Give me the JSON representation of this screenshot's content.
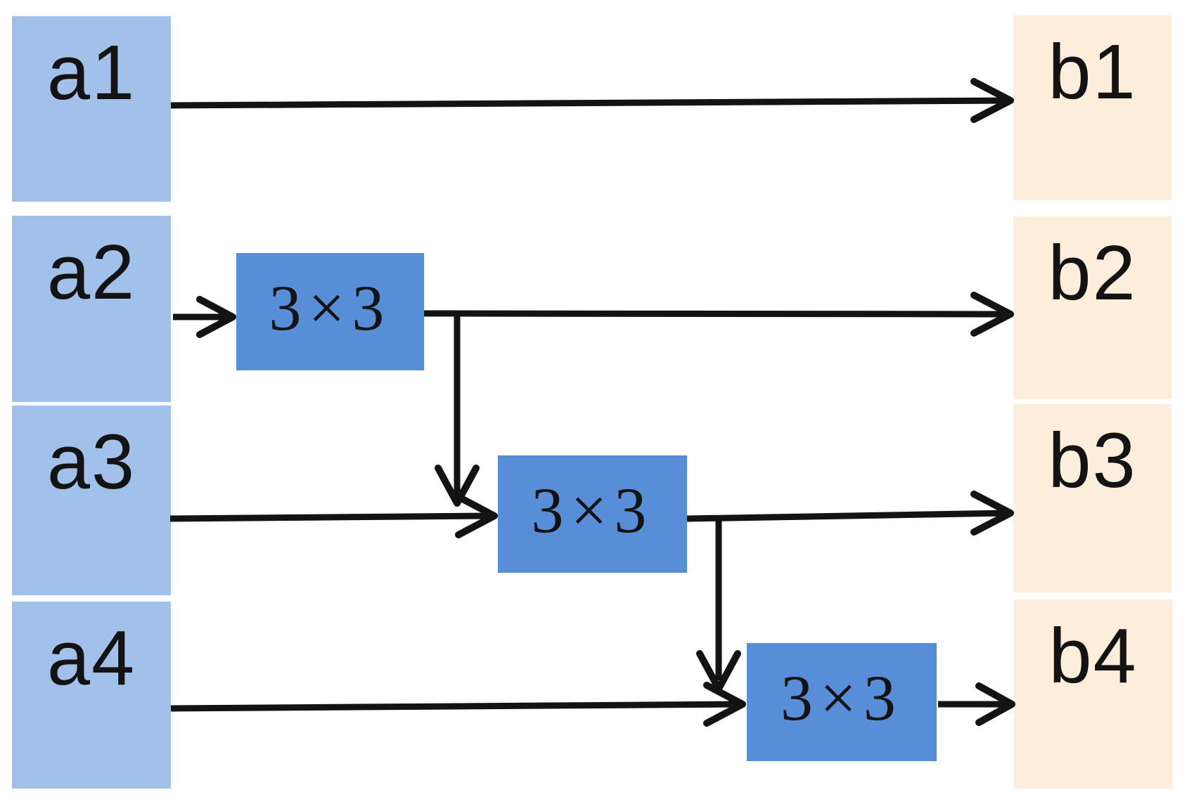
{
  "diagram": {
    "description_type": "hierarchical-residual-conv-block",
    "nodes": {
      "inputs": [
        {
          "id": "a1",
          "label": "a1"
        },
        {
          "id": "a2",
          "label": "a2"
        },
        {
          "id": "a3",
          "label": "a3"
        },
        {
          "id": "a4",
          "label": "a4"
        }
      ],
      "outputs": [
        {
          "id": "b1",
          "label": "b1"
        },
        {
          "id": "b2",
          "label": "b2"
        },
        {
          "id": "b3",
          "label": "b3"
        },
        {
          "id": "b4",
          "label": "b4"
        }
      ],
      "convs": [
        {
          "id": "conv1",
          "label": "3×3"
        },
        {
          "id": "conv2",
          "label": "3×3"
        },
        {
          "id": "conv3",
          "label": "3×3"
        }
      ]
    },
    "edges": [
      {
        "from": "a1",
        "to": "b1"
      },
      {
        "from": "a2",
        "to": "conv1"
      },
      {
        "from": "conv1",
        "to": "b2"
      },
      {
        "from": "conv1",
        "to": "conv2"
      },
      {
        "from": "a3",
        "to": "conv2"
      },
      {
        "from": "conv2",
        "to": "b3"
      },
      {
        "from": "conv2",
        "to": "conv3"
      },
      {
        "from": "a4",
        "to": "conv3"
      },
      {
        "from": "conv3",
        "to": "b4"
      }
    ],
    "colors": {
      "input_fill": "#a2c1ea",
      "output_fill": "#fdeedb",
      "conv_fill": "#588dd8",
      "arrow": "#131313",
      "text": "#131313",
      "background": "#ffffff"
    }
  }
}
